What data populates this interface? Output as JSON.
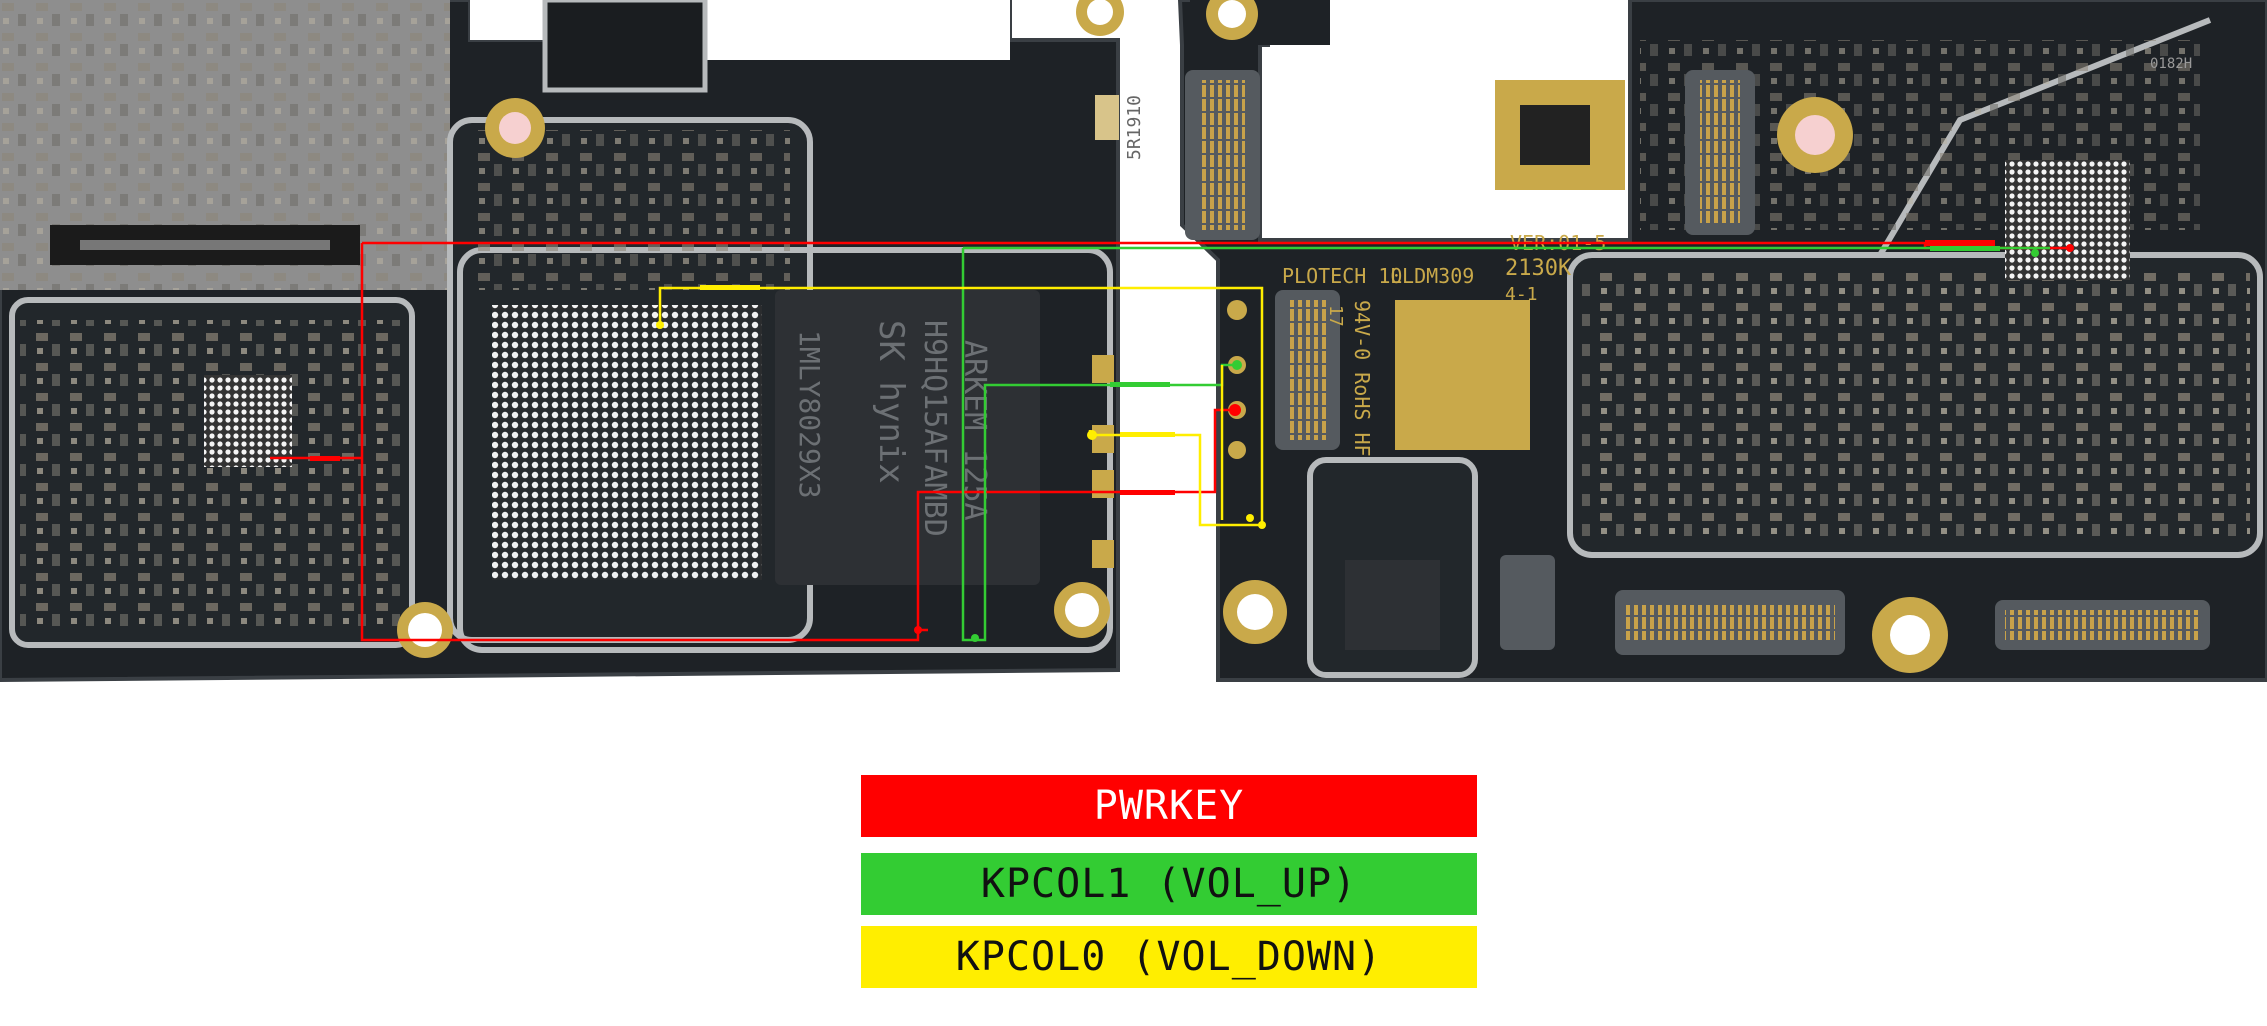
{
  "legend": {
    "pwrkey": {
      "label": "PWRKEY",
      "color": "#ff0000"
    },
    "vol_up": {
      "label": "KPCOL1 (VOL_UP)",
      "color": "#33cc33"
    },
    "vol_down": {
      "label": "KPCOL0 (VOL_DOWN)",
      "color": "#ffee00"
    }
  },
  "board_markings": {
    "ver": "VER:01-5",
    "maker": "PLOTECH 10",
    "model": "LLDM309",
    "date": "2130K",
    "rev": "4-1",
    "rohs": "94V-0 RoHS HF",
    "layer": "17",
    "side_code": "5R1910",
    "chip_id": "0182H"
  },
  "colors": {
    "pcb": "#1e2226",
    "pcb_edge": "#3a3f44",
    "gold": "#c9a94a",
    "shield": "#9fa3a6"
  }
}
